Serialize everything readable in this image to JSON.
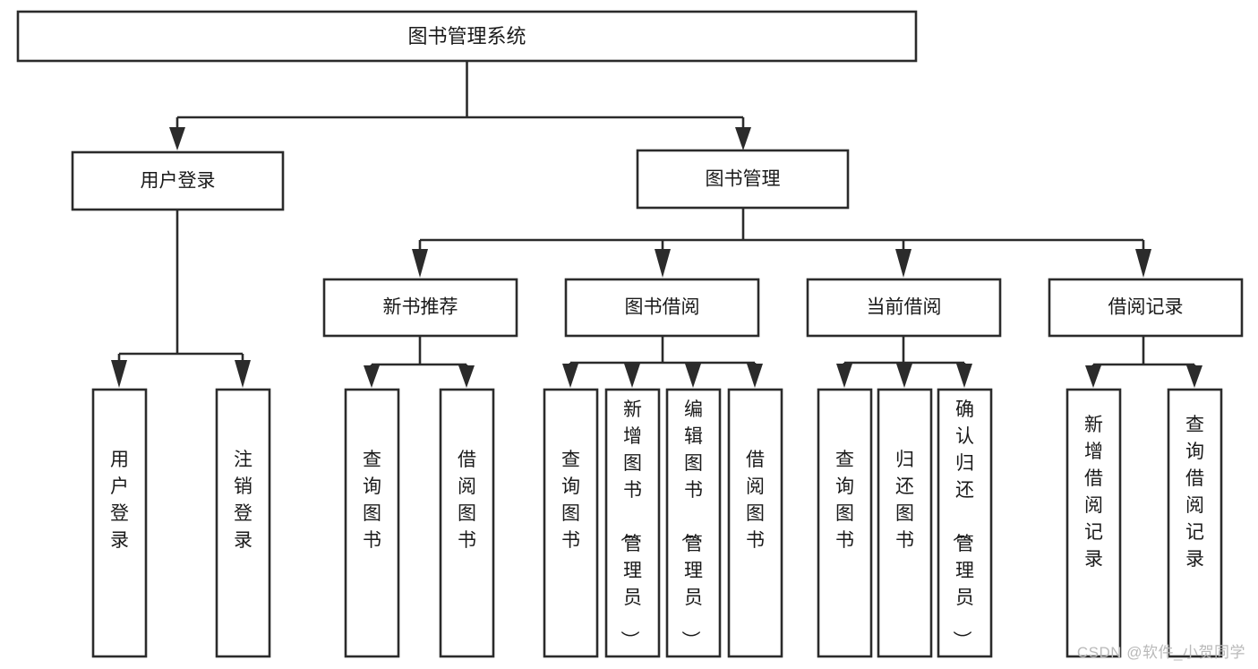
{
  "diagram": {
    "type": "tree-flowchart",
    "title": "图书管理系统",
    "orientation": "top-down",
    "colors": {
      "box_fill": "#ffffff",
      "box_stroke": "#2b2b2b",
      "text": "#1a1a1a",
      "watermark": "#b9b9b9"
    },
    "root": {
      "label": "图书管理系统"
    },
    "level2": [
      {
        "id": "user-login",
        "label": "用户登录"
      },
      {
        "id": "book-management",
        "label": "图书管理"
      }
    ],
    "level3": [
      {
        "id": "new-book-recommend",
        "label": "新书推荐"
      },
      {
        "id": "book-borrow",
        "label": "图书借阅"
      },
      {
        "id": "current-borrow",
        "label": "当前借阅"
      },
      {
        "id": "borrow-record",
        "label": "借阅记录"
      }
    ],
    "leaves": {
      "user-login": [
        {
          "id": "leaf-user-login",
          "label": "用户登录"
        },
        {
          "id": "leaf-logout-login",
          "label": "注销登录"
        }
      ],
      "new-book-recommend": [
        {
          "id": "leaf-query-book-1",
          "label": "查询图书"
        },
        {
          "id": "leaf-borrow-book-1",
          "label": "借阅图书"
        }
      ],
      "book-borrow": [
        {
          "id": "leaf-query-book-2",
          "label": "查询图书"
        },
        {
          "id": "leaf-add-book-admin",
          "label": "新增图书（管理员）"
        },
        {
          "id": "leaf-edit-book-admin",
          "label": "编辑图书（管理员）"
        },
        {
          "id": "leaf-borrow-book-2",
          "label": "借阅图书"
        }
      ],
      "current-borrow": [
        {
          "id": "leaf-query-book-3",
          "label": "查询图书"
        },
        {
          "id": "leaf-return-book",
          "label": "归还图书"
        },
        {
          "id": "leaf-confirm-return-admin",
          "label": "确认归还（管理员）"
        }
      ],
      "borrow-record": [
        {
          "id": "leaf-add-borrow-record",
          "label": "新增借阅记录"
        },
        {
          "id": "leaf-query-borrow-record",
          "label": "查询借阅记录"
        }
      ]
    }
  },
  "watermark": {
    "text": "CSDN @软件_小贺同学"
  }
}
